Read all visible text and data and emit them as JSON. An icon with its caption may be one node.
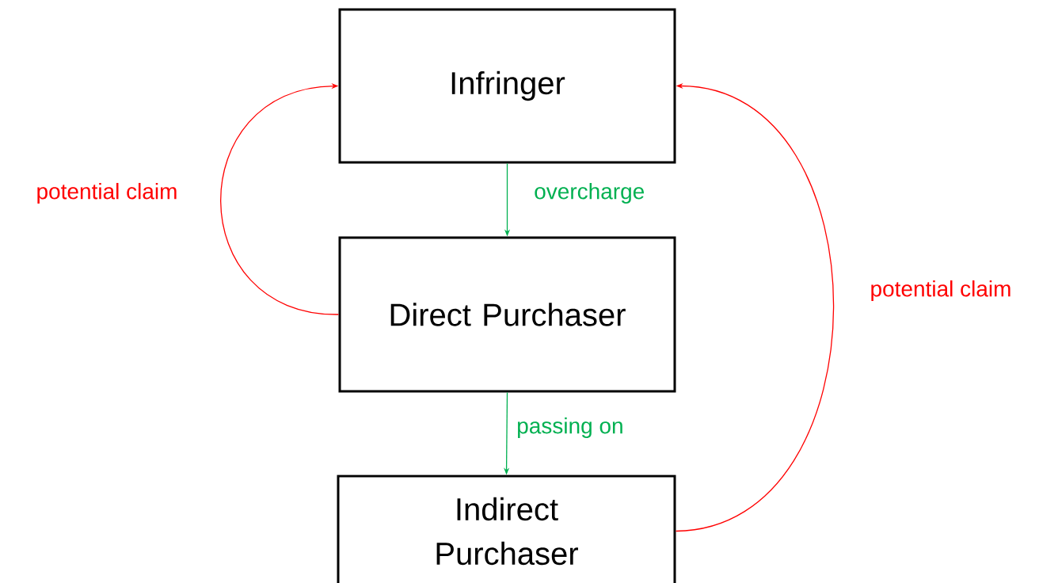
{
  "diagram": {
    "nodes": [
      {
        "text": [
          "Infringer"
        ]
      },
      {
        "text": [
          "Direct Purchaser"
        ]
      },
      {
        "text": [
          "Indirect Purchaser"
        ]
      }
    ],
    "edges": [
      {
        "from": 0,
        "to": 1,
        "arrow": "to",
        "label": "overcharge",
        "color": "#00b050"
      },
      {
        "from": 1,
        "to": 2,
        "arrow": "to",
        "label": "passing on",
        "color": "#00b050"
      },
      {
        "from": 1,
        "to": 0,
        "arrow": "to",
        "label": "potential claim",
        "color": "#ff0000"
      },
      {
        "from": 2,
        "to": 0,
        "arrow": "to",
        "label": "potential claim",
        "color": "#ff0000"
      }
    ]
  }
}
